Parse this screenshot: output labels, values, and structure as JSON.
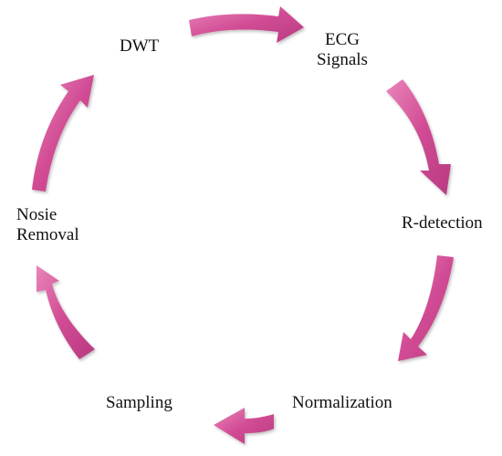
{
  "diagram": {
    "arrow_color": "#d14c94",
    "arrow_highlight": "#e985ba",
    "steps": {
      "ecg": [
        "ECG",
        "Signals"
      ],
      "rdetect": "R-detection",
      "normalization": "Normalization",
      "sampling": "Sampling",
      "noise": [
        "Nosie",
        "Removal"
      ],
      "dwt": "DWT"
    }
  }
}
